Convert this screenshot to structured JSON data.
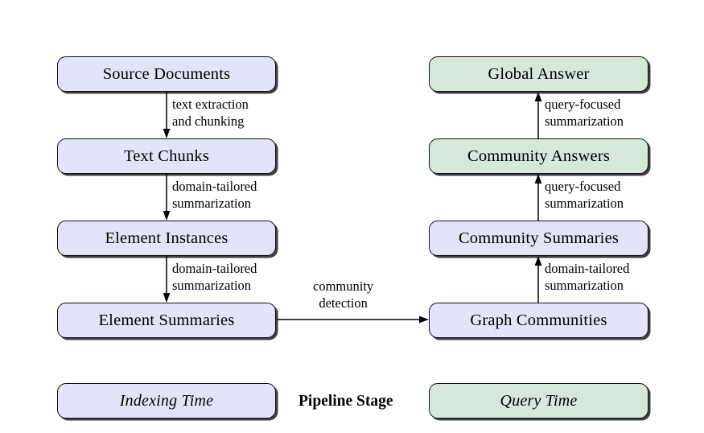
{
  "figure": {
    "title": "GraphRAG pipeline diagram",
    "background_color": "#ffffff",
    "colors": {
      "indexing_fill": "#e3e3f9",
      "query_fill": "#d5e8da",
      "stroke": "#111111",
      "text": "#000000"
    }
  },
  "nodes": {
    "source_documents": "Source Documents",
    "text_chunks": "Text Chunks",
    "element_instances": "Element Instances",
    "element_summaries": "Element Summaries",
    "graph_communities": "Graph Communities",
    "community_summaries": "Community Summaries",
    "community_answers": "Community Answers",
    "global_answer": "Global Answer"
  },
  "edges": {
    "extraction_line1": "text extraction",
    "extraction_line2": "and chunking",
    "chunks_to_instances_line1": "domain-tailored",
    "chunks_to_instances_line2": "summarization",
    "instances_to_summaries_line1": "domain-tailored",
    "instances_to_summaries_line2": "summarization",
    "community_detection_line1": "community",
    "community_detection_line2": "detection",
    "communities_to_summaries_line1": "domain-tailored",
    "communities_to_summaries_line2": "summarization",
    "summaries_to_answers_line1": "query-focused",
    "summaries_to_answers_line2": "summarization",
    "answers_to_global_line1": "query-focused",
    "answers_to_global_line2": "summarization"
  },
  "legend": {
    "indexing_time": "Indexing Time",
    "pipeline_stage": "Pipeline Stage",
    "query_time": "Query Time"
  }
}
